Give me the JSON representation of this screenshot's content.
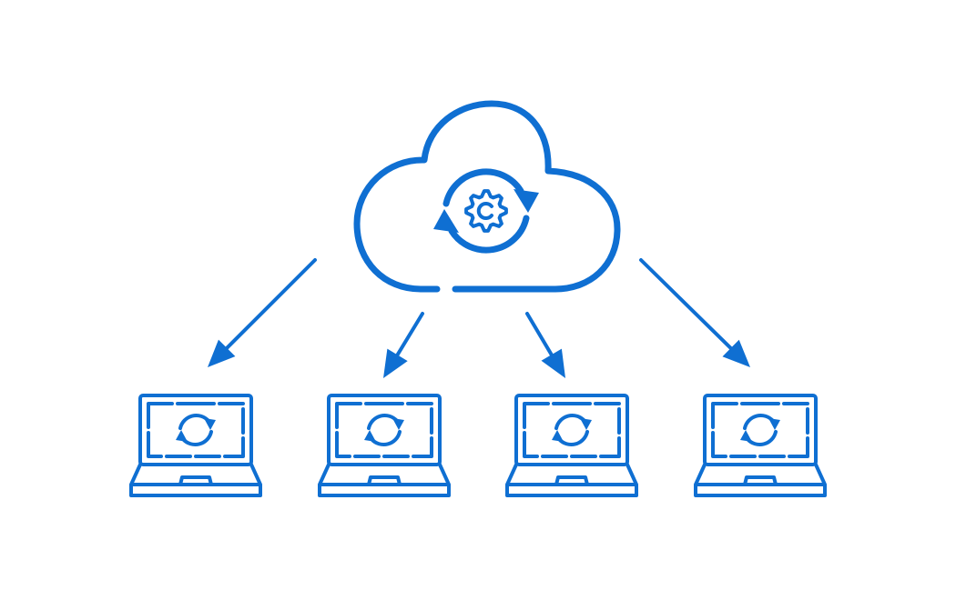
{
  "colors": {
    "primary": "#0f6fd2",
    "background": "#ffffff"
  },
  "icons": {
    "cloud": "cloud-icon",
    "cloud_sync": "gear-sync-icon",
    "arrow": "arrow-icon",
    "laptop": "laptop-icon",
    "laptop_sync": "sync-icon"
  },
  "cloud": {
    "icon": "cloud-icon",
    "center_icon": "gear-sync-icon"
  },
  "links": [
    {
      "from": "cloud",
      "to": "laptop-1",
      "icon": "arrow-icon"
    },
    {
      "from": "cloud",
      "to": "laptop-2",
      "icon": "arrow-icon"
    },
    {
      "from": "cloud",
      "to": "laptop-3",
      "icon": "arrow-icon"
    },
    {
      "from": "cloud",
      "to": "laptop-4",
      "icon": "arrow-icon"
    }
  ],
  "laptops": [
    {
      "id": "laptop-1",
      "icon": "laptop-icon",
      "screen_icon": "sync-icon"
    },
    {
      "id": "laptop-2",
      "icon": "laptop-icon",
      "screen_icon": "sync-icon"
    },
    {
      "id": "laptop-3",
      "icon": "laptop-icon",
      "screen_icon": "sync-icon"
    },
    {
      "id": "laptop-4",
      "icon": "laptop-icon",
      "screen_icon": "sync-icon"
    }
  ]
}
